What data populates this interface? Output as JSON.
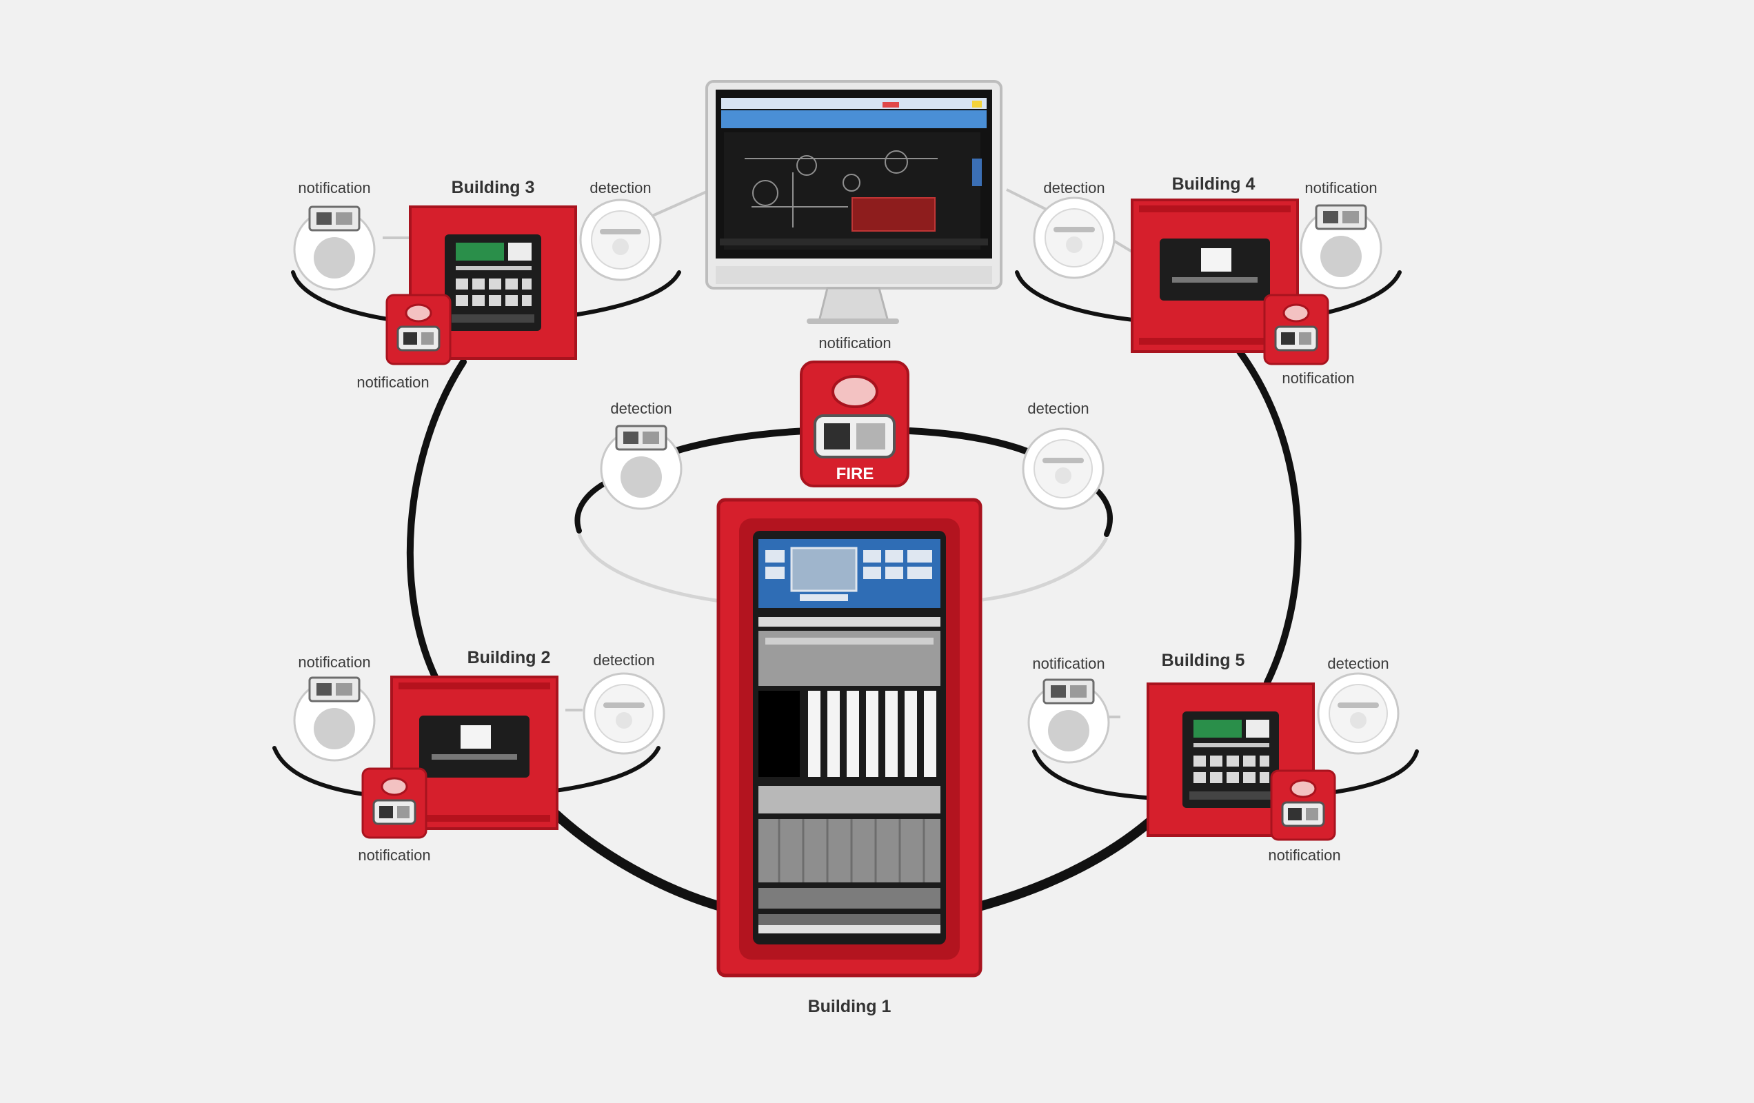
{
  "diagram": {
    "labels": {
      "building_1": "Building 1",
      "building_2": "Building 2",
      "building_3": "Building 3",
      "building_4": "Building 4",
      "building_5": "Building 5",
      "notification": "notification",
      "detection": "detection",
      "fire": "FIRE"
    }
  },
  "colors": {
    "background": "#f1f1f1",
    "panel_red": "#d61f2c",
    "panel_dark_red": "#a8131e",
    "network_cable": "#111111",
    "loop_cable": "#cfcfcf",
    "display_blue": "#2f6db5"
  },
  "icons": [
    "workstation-monitor-icon",
    "fire-alarm-control-panel-icon",
    "smoke-detector-icon",
    "horn-strobe-notification-icon",
    "manual-pull-station-icon"
  ]
}
